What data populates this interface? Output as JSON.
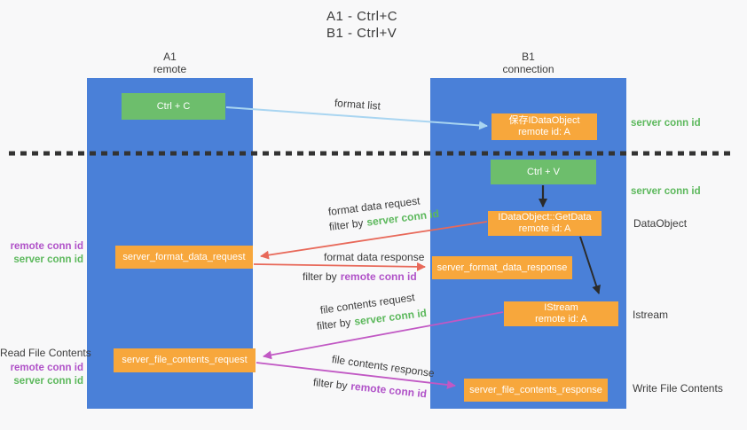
{
  "title": {
    "line1": "A1 - Ctrl+C",
    "line2": "B1 - Ctrl+V"
  },
  "lifelines": {
    "a1": {
      "name": "A1",
      "role": "remote"
    },
    "b1": {
      "name": "B1",
      "role": "connection"
    }
  },
  "nodes": {
    "ctrl_c": {
      "label": "Ctrl + C"
    },
    "ctrl_v": {
      "label": "Ctrl + V"
    },
    "save_dataobject": {
      "line1": "保存IDataObject",
      "line2": "remote id: A"
    },
    "getdata": {
      "line1": "IDataObject::GetData",
      "line2": "remote id: A"
    },
    "istream": {
      "line1": "IStream",
      "line2": "remote id: A"
    },
    "format_request": {
      "label": "server_format_data_request"
    },
    "format_response": {
      "label": "server_format_data_response"
    },
    "file_request": {
      "label": "server_file_contents_request"
    },
    "file_response": {
      "label": "server_file_contents_response"
    }
  },
  "arrows": {
    "format_list": {
      "label": "format list"
    },
    "format_request": {
      "label": "format data request",
      "filter_prefix": "filter by",
      "filter_key": "server conn id"
    },
    "format_response": {
      "label": "format data response",
      "filter_prefix": "filter by",
      "filter_key": "remote conn id"
    },
    "file_request": {
      "label": "file contents request",
      "filter_prefix": "filter by",
      "filter_key": "server conn id"
    },
    "file_response": {
      "label": "file contents response",
      "filter_prefix": "filter by",
      "filter_key": "remote conn id"
    }
  },
  "side_labels": {
    "left": {
      "format_remote": "remote conn id",
      "format_server": "server conn id",
      "read_file": "Read File Contents",
      "file_remote": "remote conn id",
      "file_server": "server conn id"
    },
    "right": {
      "save_server": "server conn id",
      "paste_server": "server conn id",
      "dataobject": "DataObject",
      "istream": "Istream",
      "write_file": "Write File Contents"
    }
  },
  "colors": {
    "lifeline_blue": "#4a80d8",
    "action_green": "#6dbe6c",
    "message_orange": "#f7a73c",
    "arrow_blue": "#a9d5f1",
    "arrow_red": "#e8695a",
    "arrow_magenta": "#c158c4",
    "arrow_black": "#2b2b2b",
    "text_green": "#5cb85c",
    "text_purple": "#b052c8",
    "text_dark": "#3c3c3c"
  }
}
